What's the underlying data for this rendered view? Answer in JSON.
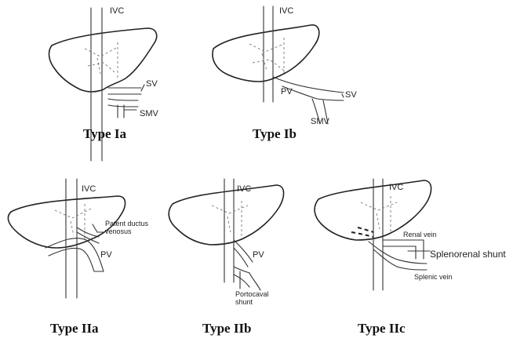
{
  "panels": {
    "ia": {
      "caption": "Type Ia",
      "ivc": "IVC",
      "sv": "SV",
      "smv": "SMV"
    },
    "ib": {
      "caption": "Type Ib",
      "ivc": "IVC",
      "pv": "PV",
      "sv": "SV",
      "smv": "SMV"
    },
    "iia": {
      "caption": "Type IIa",
      "ivc": "IVC",
      "ductus_line1": "Patent ductus",
      "ductus_line2": "venosus",
      "pv": "PV"
    },
    "iib": {
      "caption": "Type IIb",
      "ivc": "IVC",
      "pv": "PV",
      "shunt_line1": "Portocaval",
      "shunt_line2": "shunt"
    },
    "iic": {
      "caption": "Type IIc",
      "ivc": "IVC",
      "renal": "Renal vein",
      "splenorenal": "Splenorenal shunt",
      "splenic": "Splenic vein"
    }
  }
}
